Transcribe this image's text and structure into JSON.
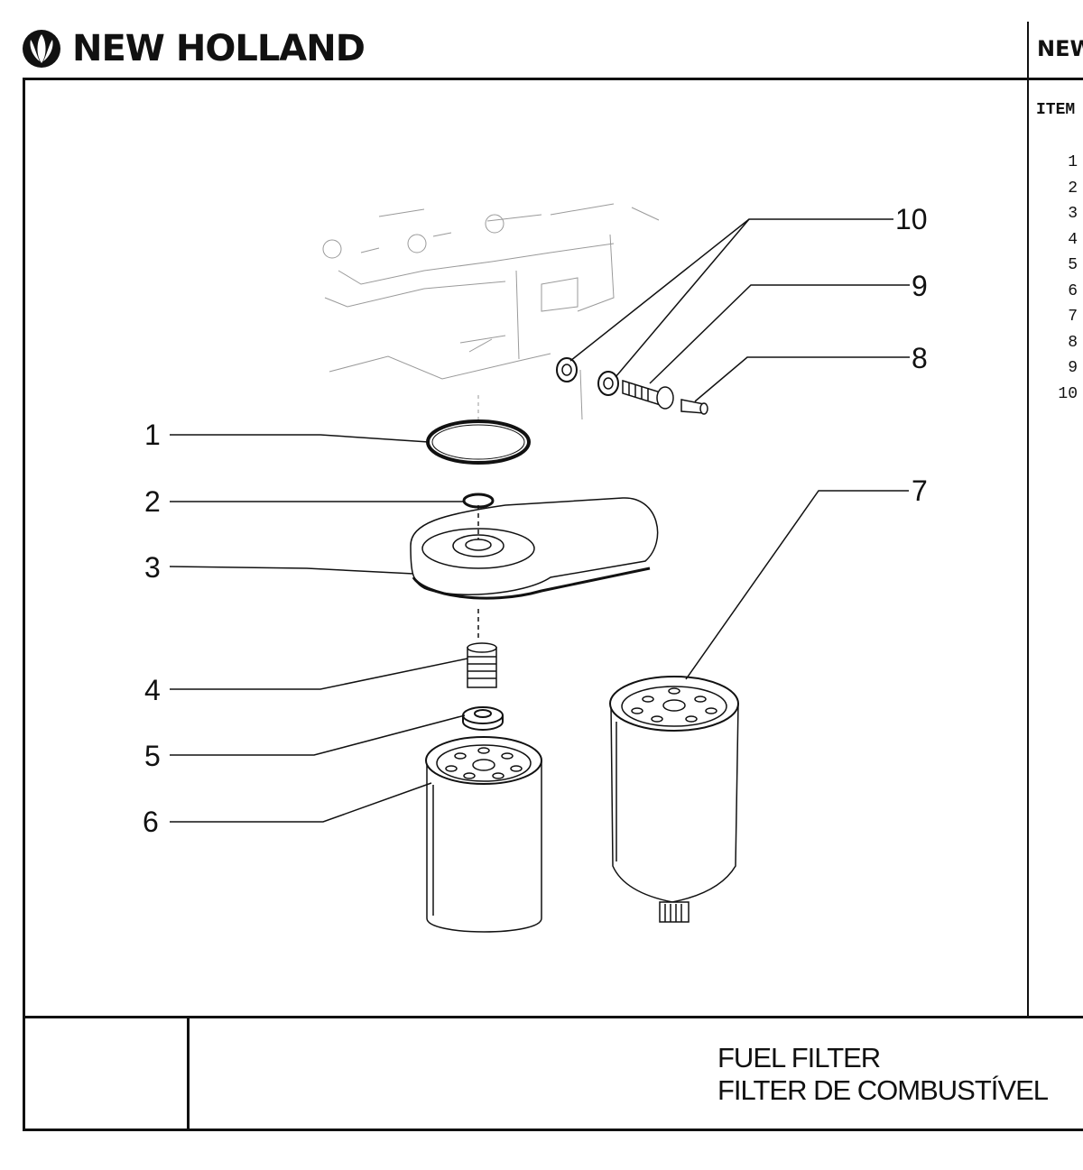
{
  "header": {
    "brand": "NEW HOLLAND",
    "brand_partial": "NEW"
  },
  "item_list": {
    "header": "ITEM",
    "numbers": [
      "1",
      "2",
      "3",
      "4",
      "5",
      "6",
      "7",
      "8",
      "9",
      "10"
    ]
  },
  "diagram": {
    "callouts": [
      "1",
      "2",
      "3",
      "4",
      "5",
      "6",
      "7",
      "8",
      "9",
      "10"
    ]
  },
  "title": {
    "line1": "FUEL FILTER",
    "line2": "FILTER DE COMBUSTÍVEL"
  }
}
